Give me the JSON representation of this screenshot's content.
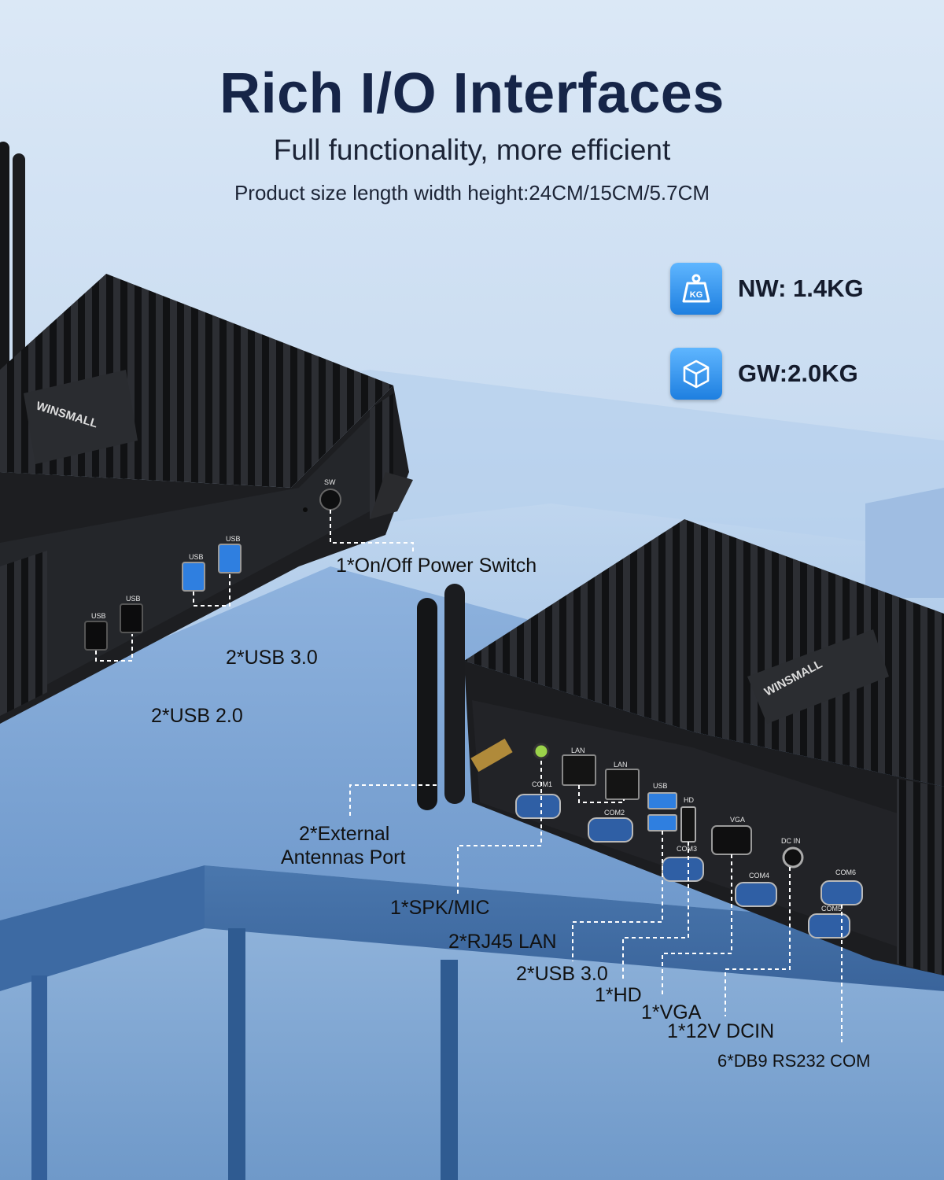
{
  "header": {
    "title": "Rich I/O Interfaces",
    "subtitle": "Full functionality, more efficient",
    "size_line": "Product size length width height:24CM/15CM/5.7CM"
  },
  "specs": [
    {
      "icon": "weight-kg-icon",
      "label": "NW: 1.4KG",
      "icon_text": "KG"
    },
    {
      "icon": "box-icon",
      "label": "GW:2.0KG"
    }
  ],
  "device": {
    "brand": "WINSMALL",
    "port_marks": {
      "sw": "SW",
      "usb": "USB",
      "lan": "LAN",
      "hd": "HD",
      "vga": "VGA",
      "dc_in": "DC IN",
      "com1": "COM1",
      "com2": "COM2",
      "com3": "COM3",
      "com4": "COM4",
      "com5": "COM5",
      "com6": "COM6"
    }
  },
  "callouts": {
    "power_switch": "1*On/Off Power Switch",
    "front_usb3": "2*USB 3.0",
    "front_usb2": "2*USB 2.0",
    "antennas": [
      "2*External",
      "Antennas Port"
    ],
    "spk_mic": "1*SPK/MIC",
    "lan": "2*RJ45 LAN",
    "rear_usb3": "2*USB 3.0",
    "hd": "1*HD",
    "vga": "1*VGA",
    "dcin": "1*12V DCIN",
    "com": "6*DB9 RS232 COM"
  },
  "colors": {
    "title": "#162548",
    "accent_icon": "#1e7fe0",
    "device_body": "#1a1b1e",
    "usb3_blue": "#2f7fe0"
  }
}
